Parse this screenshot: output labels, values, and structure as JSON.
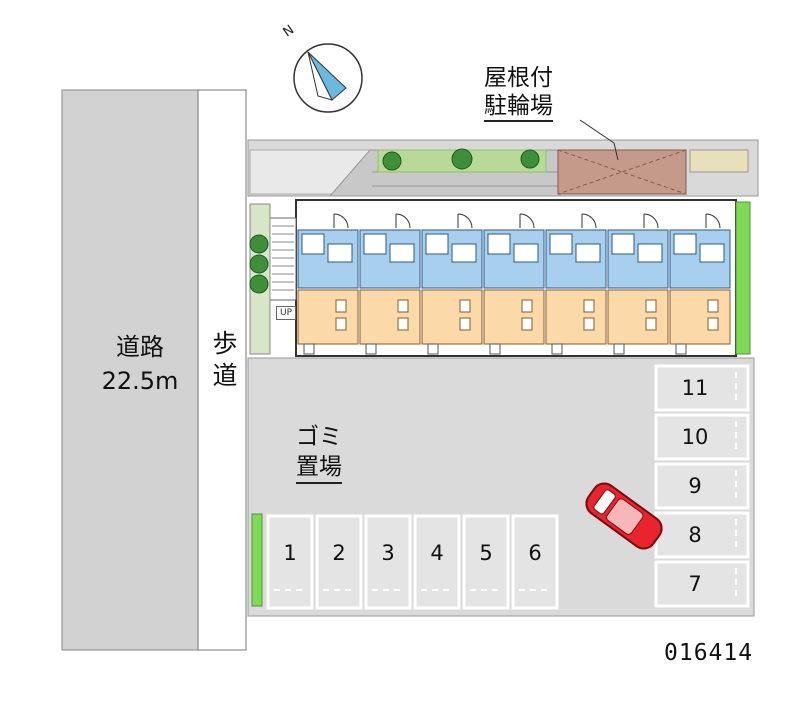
{
  "road": {
    "name": "道路",
    "width": "22.5m"
  },
  "sidewalk": {
    "label": "歩\n道"
  },
  "bicycle_parking": {
    "line1": "屋根付",
    "line2": "駐輪場"
  },
  "garbage": {
    "line1": "ゴミ",
    "line2": "置場"
  },
  "stair_label": "UP",
  "compass": {
    "north": "N"
  },
  "parking": {
    "bottom_row": [
      "1",
      "2",
      "3",
      "4",
      "5",
      "6"
    ],
    "right_column": [
      "11",
      "10",
      "9",
      "8",
      "7"
    ]
  },
  "property_code": "016414",
  "colors": {
    "road": "#d0d0d0",
    "lot": "#dadada",
    "unit_bath": "#a8d0ee",
    "unit_room": "#fcd9a8",
    "green": "#7ed957",
    "bike_roof": "#c49a8a",
    "car": "#e8242c"
  },
  "icons": [
    "compass-icon",
    "tree-icon",
    "car-icon"
  ]
}
